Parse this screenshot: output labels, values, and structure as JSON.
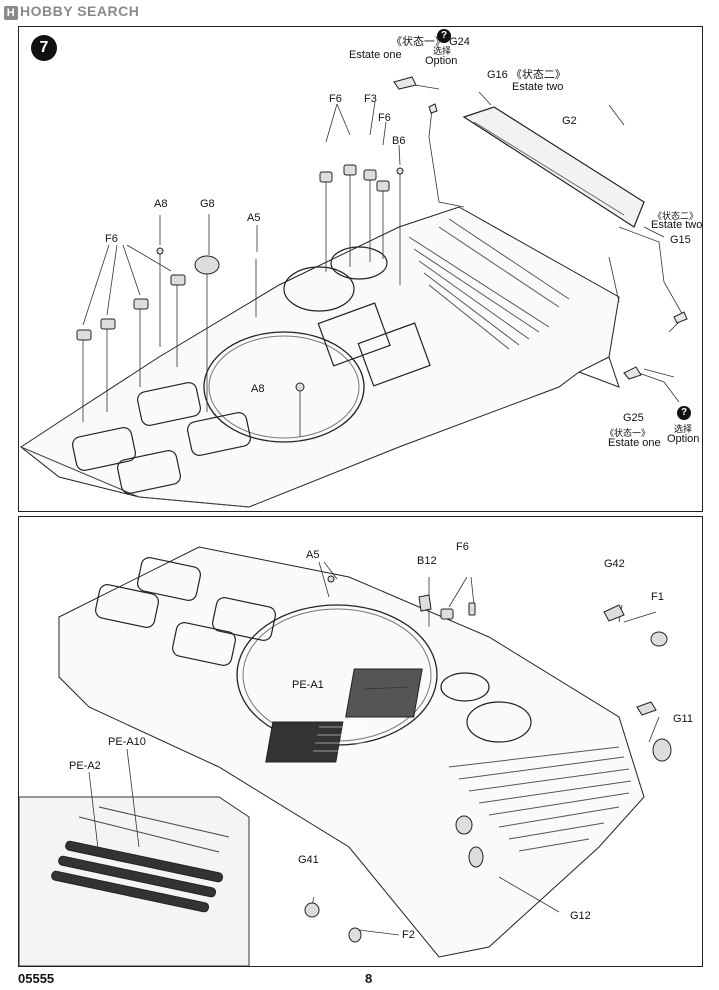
{
  "watermark": "HOBBY SEARCH",
  "step_number": "7",
  "footer": {
    "code": "05555",
    "page": "8"
  },
  "option_mark": "?",
  "top_labels": {
    "g24": "G24",
    "state_one_cn": "《状态一》",
    "estate_one": "Estate one",
    "option_cn": "选择",
    "option": "Option",
    "g16": "G16",
    "state_two_cn": "《状态二》",
    "estate_two": "Estate two",
    "g2": "G2",
    "g15": "G15",
    "g25": "G25",
    "f6a": "F6",
    "f3": "F3",
    "f6b": "F6",
    "b6": "B6",
    "a8": "A8",
    "g8": "G8",
    "a5": "A5",
    "f6c": "F6",
    "a8b": "A8"
  },
  "bottom_labels": {
    "a5": "A5",
    "b12": "B12",
    "f6": "F6",
    "g42": "G42",
    "f1": "F1",
    "pe_a1": "PE-A1",
    "pe_a10": "PE-A10",
    "pe_a2": "PE-A2",
    "g11": "G11",
    "g41": "G41",
    "g12": "G12",
    "f2": "F2"
  }
}
